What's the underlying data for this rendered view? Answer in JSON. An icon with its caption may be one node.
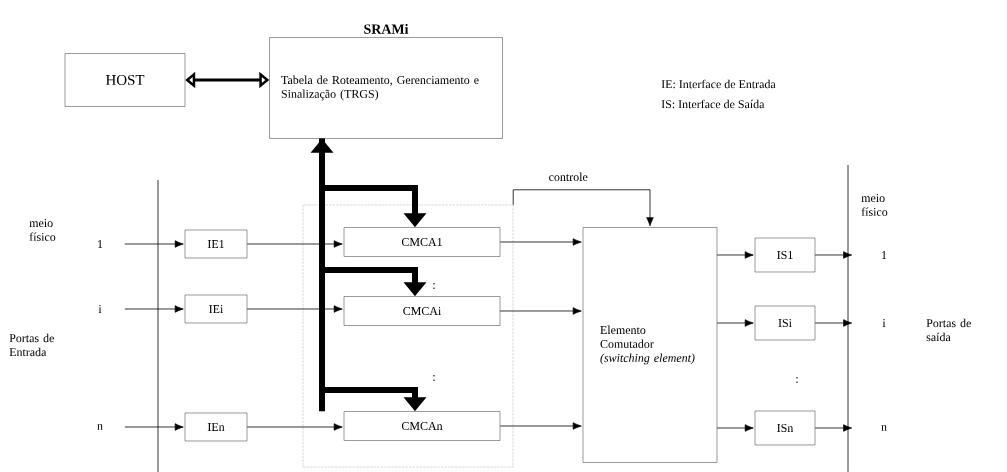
{
  "diagram": {
    "nodes": [
      {
        "text": [
          "HOST"
        ]
      },
      {
        "text": [
          "SRAMi",
          "Tabela de Roteamento, Gerenciamento e Sinalização (TRGS)"
        ]
      },
      {
        "text": [],
        "shape": "box"
      },
      {
        "text": [
          "IE1"
        ]
      },
      {
        "text": [
          "IEi"
        ]
      },
      {
        "text": [
          "IEn"
        ]
      },
      {
        "text": [
          "CMCA1"
        ],
        "in": 2
      },
      {
        "text": [
          "CMCAi"
        ],
        "in": 2
      },
      {
        "text": [
          "CMCAn"
        ],
        "in": 2
      },
      {
        "text": [
          "Elemento Comutador *(switching element)*"
        ]
      },
      {
        "text": [
          "IS1"
        ]
      },
      {
        "text": [
          "ISi"
        ]
      },
      {
        "text": [
          "ISn"
        ]
      }
    ],
    "edges": [
      {
        "from": 0,
        "to": 1,
        "arrow": "both",
        "style": "thick"
      },
      {
        "from": 8,
        "to": 1,
        "arrow": "to",
        "style": "thick"
      },
      {
        "from": 1,
        "to": 6,
        "arrow": "to",
        "style": "thick"
      },
      {
        "from": 1,
        "to": 7,
        "arrow": "to",
        "style": "thick"
      },
      {
        "from": 1,
        "to": 8,
        "arrow": "to",
        "style": "thick"
      },
      {
        "from": null,
        "to": 3,
        "arrow": "to"
      },
      {
        "from": null,
        "to": 4,
        "arrow": "to"
      },
      {
        "from": null,
        "to": 5,
        "arrow": "to"
      },
      {
        "from": 3,
        "to": 6,
        "arrow": "to"
      },
      {
        "from": 4,
        "to": 7,
        "arrow": "to"
      },
      {
        "from": 5,
        "to": 8,
        "arrow": "to"
      },
      {
        "from": 6,
        "to": 9,
        "arrow": "to"
      },
      {
        "from": 7,
        "to": 9,
        "arrow": "to"
      },
      {
        "from": 8,
        "to": 9,
        "arrow": "to"
      },
      {
        "from": 2,
        "to": 9,
        "arrow": "to",
        "label": "controle"
      },
      {
        "from": 9,
        "to": 10,
        "arrow": "to"
      },
      {
        "from": 9,
        "to": 11,
        "arrow": "to"
      },
      {
        "from": 9,
        "to": 12,
        "arrow": "to"
      },
      {
        "from": 10,
        "to": null,
        "arrow": "to"
      },
      {
        "from": 11,
        "to": null,
        "arrow": "to"
      },
      {
        "from": 12,
        "to": null,
        "arrow": "to"
      }
    ],
    "labels": [
      "IE: Interface de Entrada",
      "IS: Interface de Saída",
      "meio físico",
      "1",
      "i",
      "n",
      "Portas de Entrada",
      ":",
      ":",
      "meio físico",
      "1",
      "i",
      ":",
      "n",
      "Portas de saída"
    ]
  }
}
